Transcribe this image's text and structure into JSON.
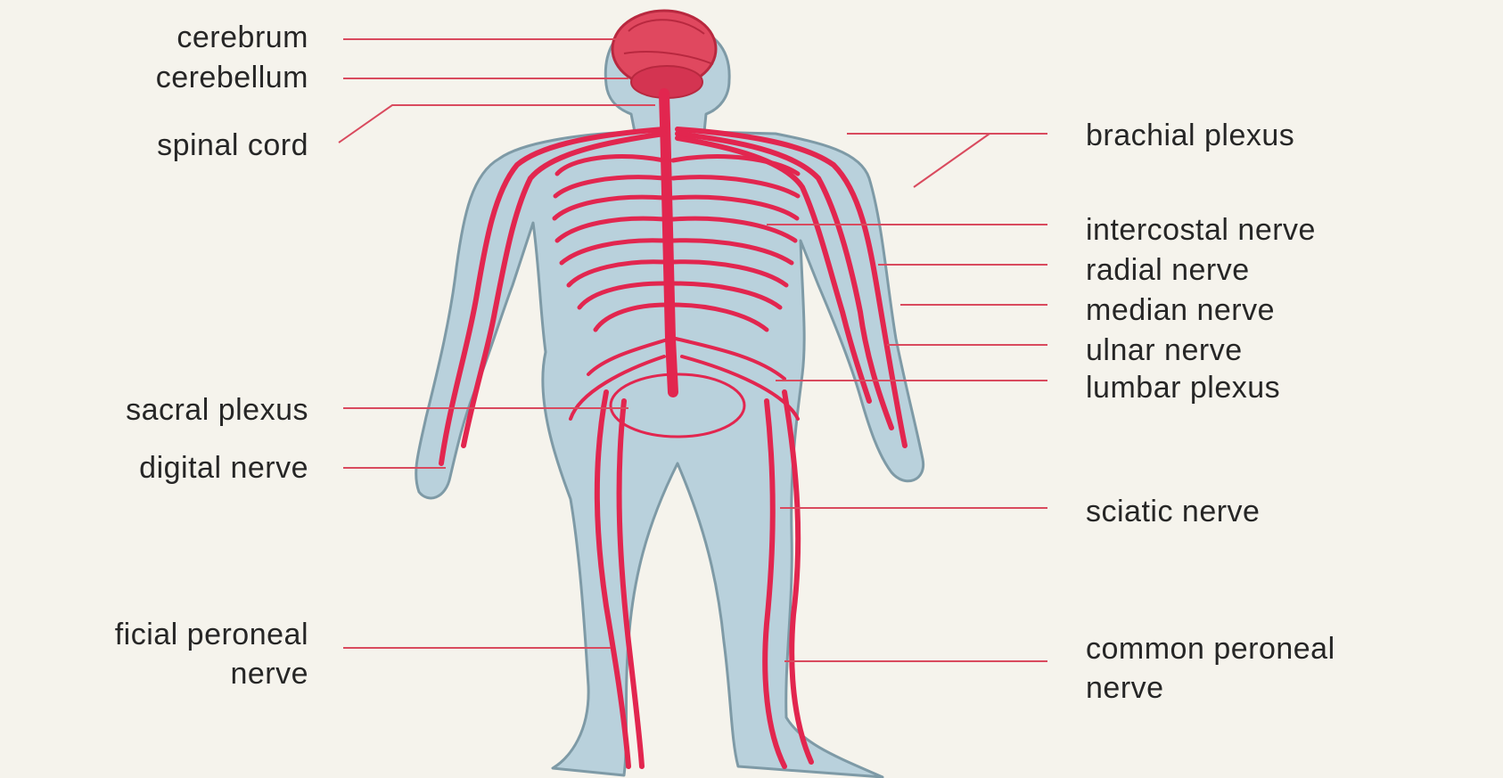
{
  "labels_left": [
    {
      "id": "cerebrum",
      "text": "cerebrum"
    },
    {
      "id": "cerebellum",
      "text": "cerebellum"
    },
    {
      "id": "spinal-cord",
      "text": "spinal cord"
    },
    {
      "id": "sacral-plexus",
      "text": "sacral plexus"
    },
    {
      "id": "digital-nerve",
      "text": "digital nerve"
    },
    {
      "id": "superficial-peroneal-1",
      "text": "ficial peroneal"
    },
    {
      "id": "superficial-peroneal-2",
      "text": "nerve"
    }
  ],
  "labels_right": [
    {
      "id": "brachial-plexus",
      "text": "brachial plexus"
    },
    {
      "id": "intercostal-nerve",
      "text": "intercostal nerve"
    },
    {
      "id": "radial-nerve",
      "text": "radial nerve"
    },
    {
      "id": "median-nerve",
      "text": "median nerve"
    },
    {
      "id": "ulnar-nerve",
      "text": "ulnar nerve"
    },
    {
      "id": "lumbar-plexus",
      "text": "lumbar plexus"
    },
    {
      "id": "sciatic-nerve",
      "text": "sciatic nerve"
    },
    {
      "id": "common-peroneal-1",
      "text": "common peroneal"
    },
    {
      "id": "common-peroneal-2",
      "text": "nerve"
    }
  ],
  "colors": {
    "background": "#f5f3ec",
    "body_fill": "#b9d1dc",
    "body_outline": "#7e9aa6",
    "nerve": "#e2264f",
    "brain": "#e0485f",
    "leader_line": "#d94a5e",
    "text": "#262626"
  }
}
